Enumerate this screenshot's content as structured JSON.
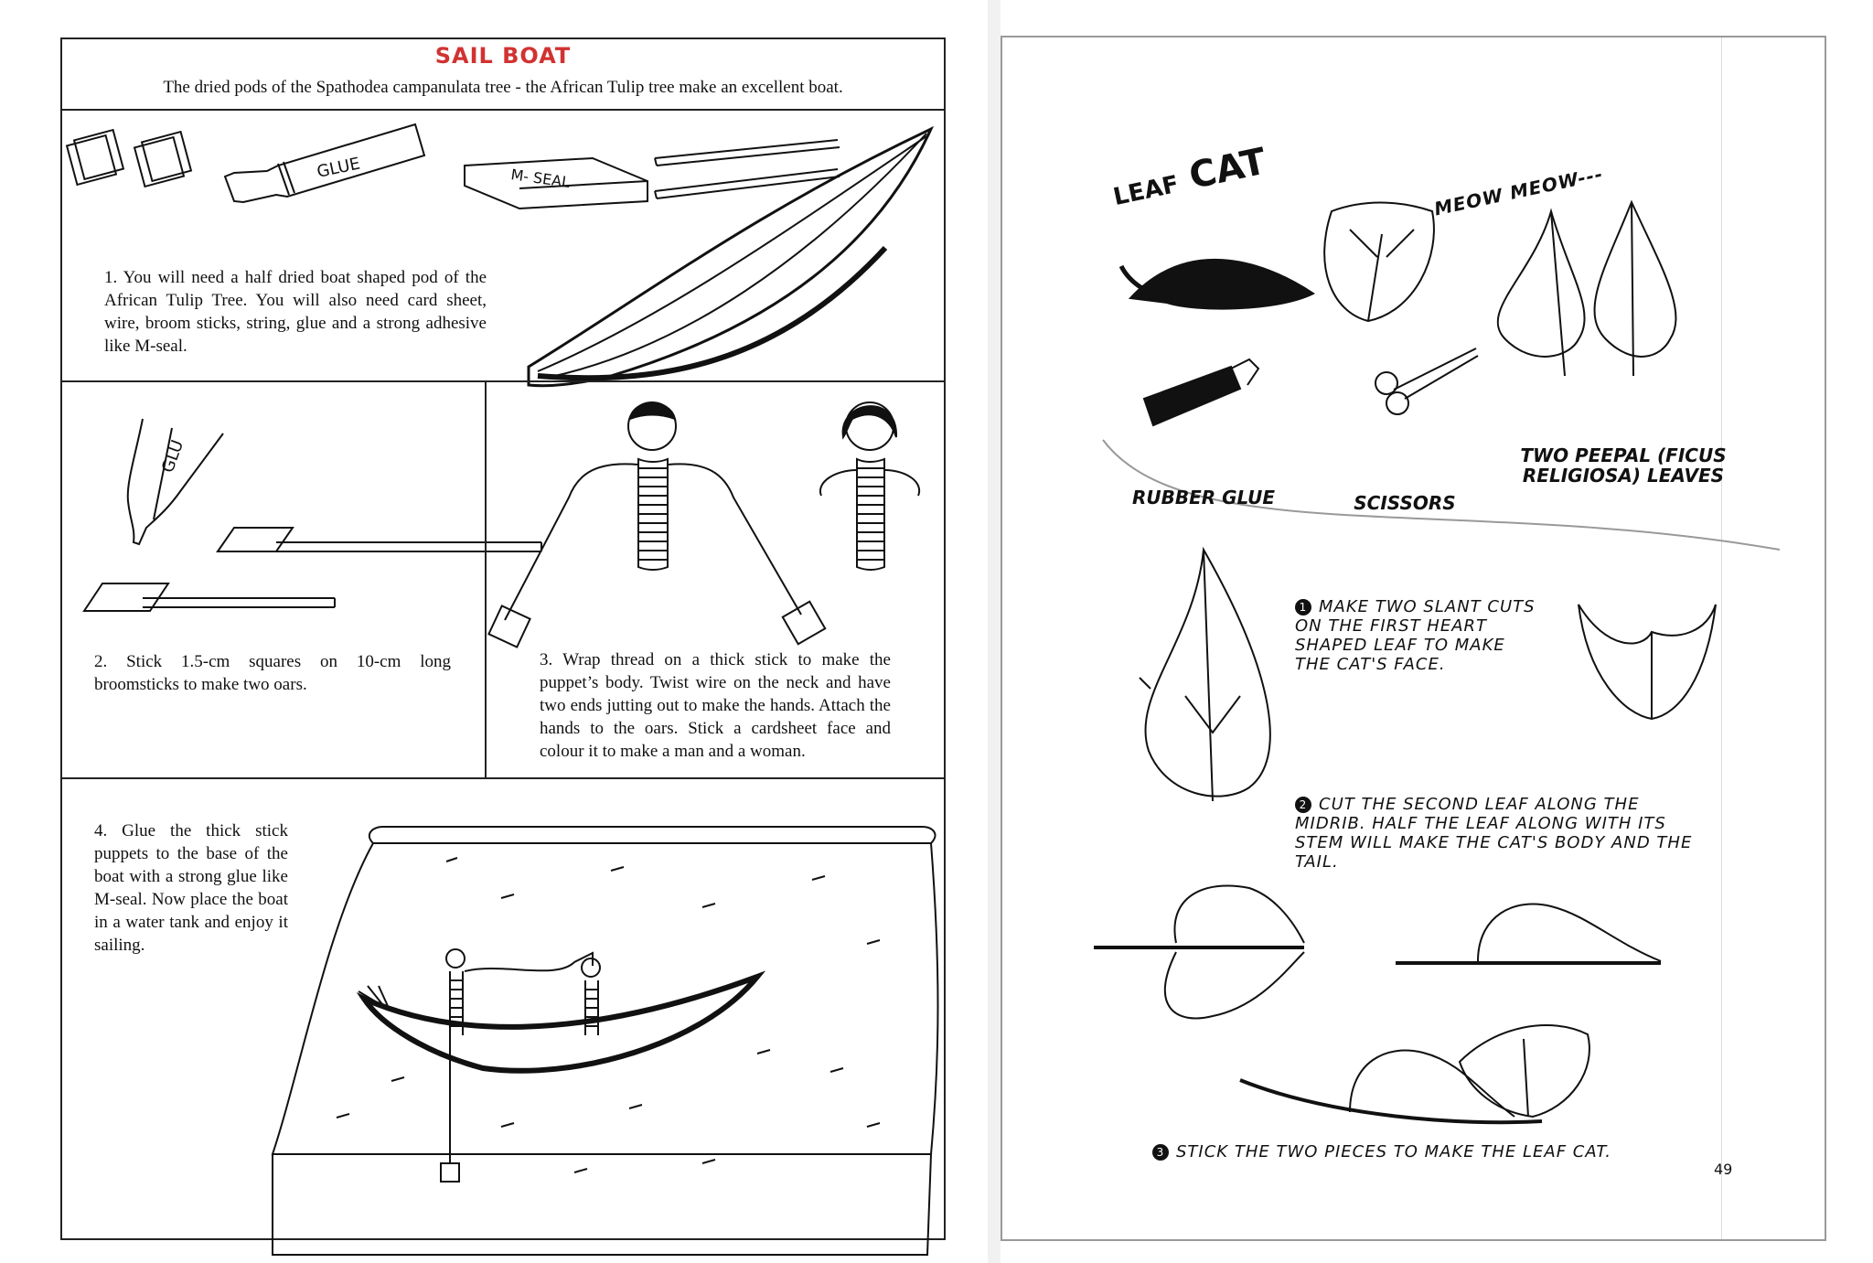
{
  "left_page": {
    "title": "SAIL BOAT",
    "intro": "The dried pods of the Spathodea campanulata tree - the African Tulip tree make an excellent boat.",
    "materials_labels": {
      "glue": "GLUE",
      "mseal": "M- SEAL"
    },
    "step1": "1. You will need a half dried boat shaped pod of the African Tulip Tree. You will also need card sheet, wire, broom sticks, string, glue and a strong adhesive like M-seal.",
    "step2": "2. Stick 1.5-cm squares on 10-cm long broomsticks to make two oars.",
    "step2_glue_label": "GLU",
    "step3": "3. Wrap thread on a thick stick to make the puppet’s body. Twist wire on the neck and have two ends jutting out to make the hands. Attach the hands to the oars. Stick a cardsheet face and colour it to make a man and a woman.",
    "step4": "4. Glue the thick stick puppets to the base of the boat with a strong glue like M-seal. Now place the boat in a water tank and enjoy it sailing."
  },
  "right_page": {
    "title_leaf": "LEAF",
    "title_cat": "CAT",
    "meow": "MEOW MEOW---",
    "materials": [
      "RUBBER GLUE",
      "SCISSORS",
      "TWO PEEPAL (FICUS RELIGIOSA) LEAVES"
    ],
    "steps": [
      {
        "num": "1",
        "text": "MAKE TWO SLANT CUTS ON THE FIRST HEART SHAPED LEAF TO MAKE THE CAT'S FACE."
      },
      {
        "num": "2",
        "text": "CUT THE SECOND LEAF ALONG THE MIDRIB. HALF THE LEAF ALONG WITH ITS STEM WILL MAKE THE CAT'S BODY AND THE TAIL."
      },
      {
        "num": "3",
        "text": "STICK THE TWO PIECES TO MAKE THE LEAF CAT."
      }
    ],
    "page_number": "49"
  }
}
